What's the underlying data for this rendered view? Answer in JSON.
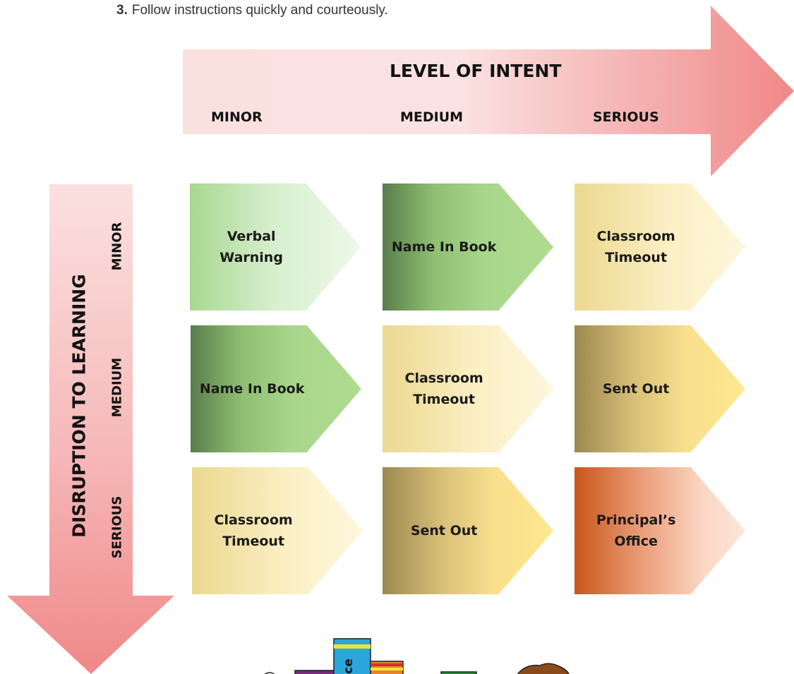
{
  "instruction": {
    "number": "3.",
    "text": "Follow instructions quickly and courteously."
  },
  "top_axis": {
    "title": "LEVEL OF INTENT",
    "columns": [
      "MINOR",
      "MEDIUM",
      "SERIOUS"
    ]
  },
  "side_axis": {
    "title": "DISRUPTION TO LEARNING",
    "rows": [
      "MINOR",
      "MEDIUM",
      "SERIOUS"
    ]
  },
  "grid": {
    "r0": [
      {
        "label": "Verbal Warning",
        "style": "light-green"
      },
      {
        "label": "Name In Book",
        "style": "dark-green"
      },
      {
        "label": "Classroom Timeout",
        "style": "light-yellow"
      }
    ],
    "r1": [
      {
        "label": "Name In Book",
        "style": "dark-green"
      },
      {
        "label": "Classroom Timeout",
        "style": "light-yellow"
      },
      {
        "label": "Sent Out",
        "style": "dark-yellow"
      }
    ],
    "r2": [
      {
        "label": "Classroom Timeout",
        "style": "light-yellow"
      },
      {
        "label": "Sent Out",
        "style": "dark-yellow"
      },
      {
        "label": "Principal’s Office",
        "style": "orange"
      }
    ]
  },
  "colors": {
    "arrow_light": "#fbe3e3",
    "arrow_dark": "#f08a8a"
  }
}
